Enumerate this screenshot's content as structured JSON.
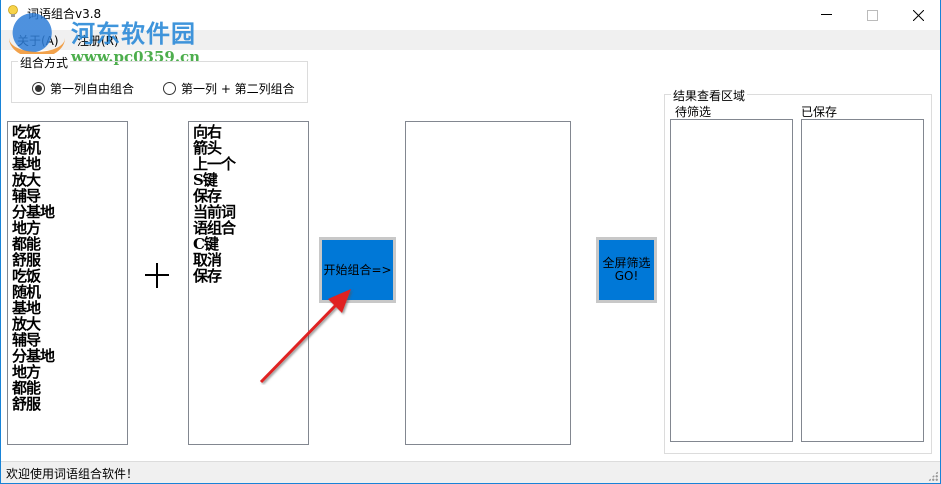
{
  "window": {
    "title": "词语组合v3.8",
    "controls": {
      "minimize": "—",
      "maximize": "☐",
      "close": "✕"
    }
  },
  "menubar": {
    "items": [
      {
        "label": "关于(A)"
      },
      {
        "label": "注册(R)"
      }
    ]
  },
  "watermark": {
    "title": "河东软件园",
    "url": "www.pc0359.cn"
  },
  "combine_mode": {
    "legend": "组合方式",
    "options": [
      {
        "label": "第一列自由组合",
        "selected": true
      },
      {
        "label": "第一列 + 第二列组合",
        "selected": false
      }
    ]
  },
  "column1": {
    "items": [
      "吃饭",
      "随机",
      "基地",
      "放大",
      "辅导",
      "分基地",
      "地方",
      "都能",
      "舒服",
      "吃饭",
      "随机",
      "基地",
      "放大",
      "辅导",
      "分基地",
      "地方",
      "都能",
      "舒服"
    ]
  },
  "plus_symbol": "+",
  "column2": {
    "items": [
      "向右",
      "箭头",
      "上一个",
      "S键",
      "保存",
      "当前词",
      "语组合",
      "C键",
      "取消",
      "保存"
    ]
  },
  "start_button": {
    "label": "开始组合=>"
  },
  "output_list": {
    "items": []
  },
  "fullscreen_button": {
    "line1": "全屏筛选",
    "line2": "GO!"
  },
  "results": {
    "legend": "结果查看区域",
    "pending_label": "待筛选",
    "saved_label": "已保存",
    "pending_items": [],
    "saved_items": []
  },
  "statusbar": {
    "text": "欢迎使用词语组合软件！"
  },
  "colors": {
    "accent_button": "#0078d7",
    "window_border": "#1883d7",
    "annotation_arrow": "#e02020"
  }
}
